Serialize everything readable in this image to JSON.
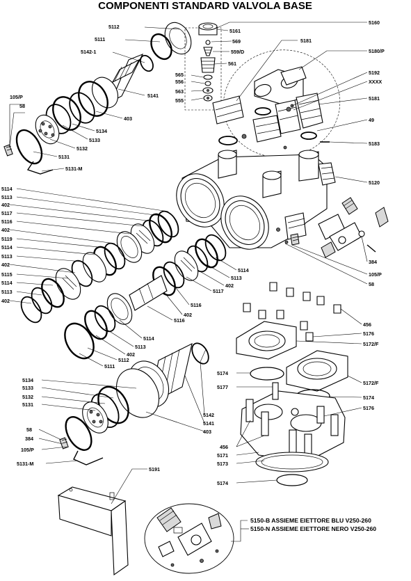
{
  "title": "COMPONENTI STANDARD VALVOLA BASE",
  "assembly_labels": [
    "5150-B ASSIEME EIETTORE BLU V250-260",
    "5150-N ASSIEME EIETTORE NERO V250-260"
  ],
  "part_labels": {
    "l5112a": "5112",
    "l5111a": "5111",
    "l5142a": "5142-1",
    "l5141a": "5141",
    "l403a": "403",
    "l5134a": "5134",
    "l5133a": "5133",
    "l5132a": "5132",
    "l5131a": "5131",
    "l105pa": "105/P",
    "l58a": "58",
    "l5131ma": "5131-M",
    "l5161": "5161",
    "l569": "569",
    "l559d": "559/D",
    "l561": "561",
    "l565": "565",
    "l556": "556",
    "l563": "563",
    "l555": "555",
    "l5160": "5160",
    "l5181a": "5181",
    "l5180p": "5180/P",
    "l5192": "5192",
    "lxxxx": "XXXX",
    "l5181b": "5181",
    "l49": "49",
    "l5183": "5183",
    "l5120": "5120",
    "ls5114a": "5114",
    "ls5113a": "5113",
    "ls402a": "402",
    "ls5117": "5117",
    "ls5116": "5116",
    "ls402b": "402",
    "ls5119": "5119",
    "ls5114b": "5114",
    "ls5113b": "5113",
    "ls402c": "402",
    "ls5115": "5115",
    "ls5114c": "5114",
    "ls5113c": "5113",
    "ls402d": "402",
    "m5114a": "5114",
    "m5113a": "5113",
    "m402a": "402",
    "m5117": "5117",
    "m5116a": "5116",
    "m402b": "402",
    "m5116b": "5116",
    "m5114b": "5114",
    "m5113b": "5113",
    "m402c": "402",
    "m5112": "5112",
    "m5111": "5111",
    "l384a": "384",
    "l105pb": "105/P",
    "l58b": "58",
    "l456a": "456",
    "l5176a": "5176",
    "l5172fa": "5172/F",
    "l5174a": "5174",
    "l5177": "5177",
    "l5172fb": "5172/F",
    "l5174b": "5174",
    "l5176b": "5176",
    "l456b": "456",
    "l5171": "5171",
    "l5173": "5173",
    "l5174c": "5174",
    "b5134": "5134",
    "b5133": "5133",
    "b5132": "5132",
    "b5131": "5131",
    "b58": "58",
    "b384": "384",
    "b105p": "105/P",
    "b5131m": "5131-M",
    "l5142b": "5142",
    "l5141b": "5141",
    "l403b": "403",
    "l5191": "5191"
  }
}
